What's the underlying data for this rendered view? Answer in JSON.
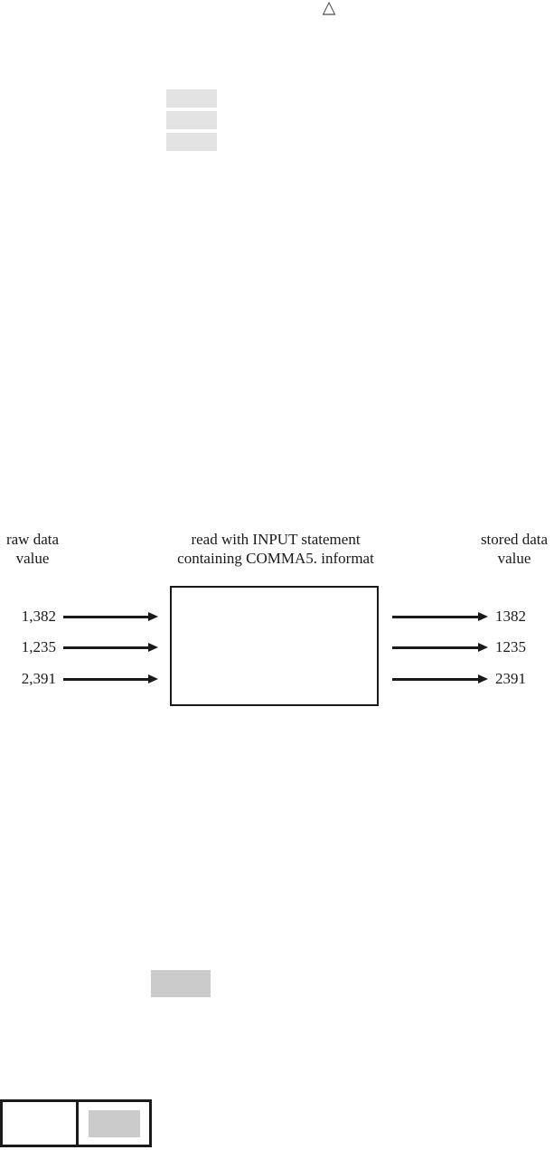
{
  "page": {
    "top_marker_glyph": "△",
    "top_marker_name": "triangle-outline"
  },
  "placeholders": {
    "top_bars": [
      {
        "name": "placeholder-bar-1",
        "color": "#e3e3e3"
      },
      {
        "name": "placeholder-bar-2",
        "color": "#e3e3e3"
      },
      {
        "name": "placeholder-bar-3",
        "color": "#e3e3e3"
      }
    ],
    "mid_block_color": "#cbcbcb",
    "table_swatch_color": "#cbcbcb"
  },
  "diagram": {
    "type": "data-flow",
    "columns": {
      "left_heading_line1": "raw data",
      "left_heading_line2": "value",
      "center_heading_line1": "read with INPUT statement",
      "center_heading_line2": "containing COMMA5. informat",
      "right_heading_line1": "stored data",
      "right_heading_line2": "value"
    },
    "rows": [
      {
        "raw": "1,382",
        "stored": "1382"
      },
      {
        "raw": "1,235",
        "stored": "1235"
      },
      {
        "raw": "2,391",
        "stored": "2391"
      }
    ],
    "process_box_label": "",
    "arrow_direction": "left-to-right",
    "line_color": "#1a1a1a"
  },
  "bottom_table": {
    "left_cell_text": "",
    "right_cell_text": ""
  }
}
